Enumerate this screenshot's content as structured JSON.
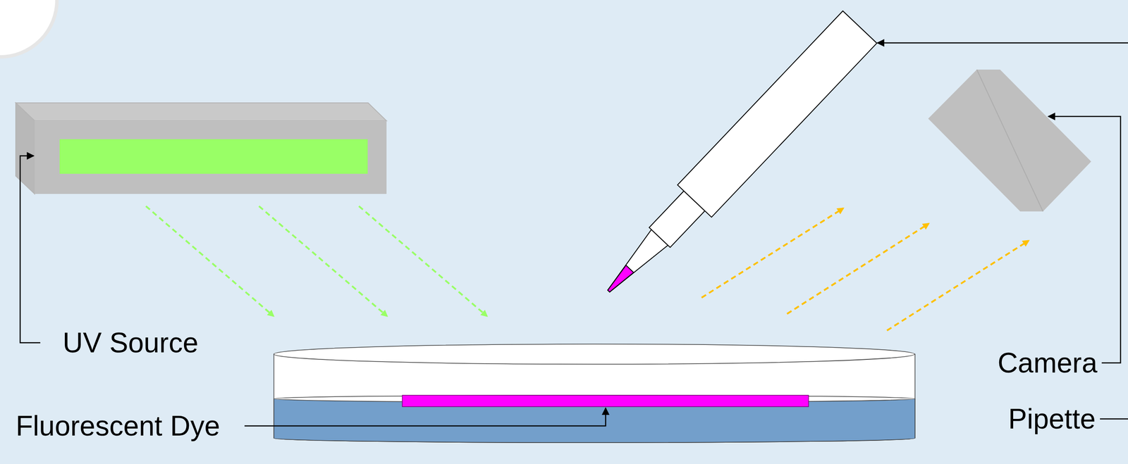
{
  "diagram": {
    "labels": [
      "UV Source",
      "Fluorescent Dye",
      "Camera",
      "Pipette"
    ]
  }
}
